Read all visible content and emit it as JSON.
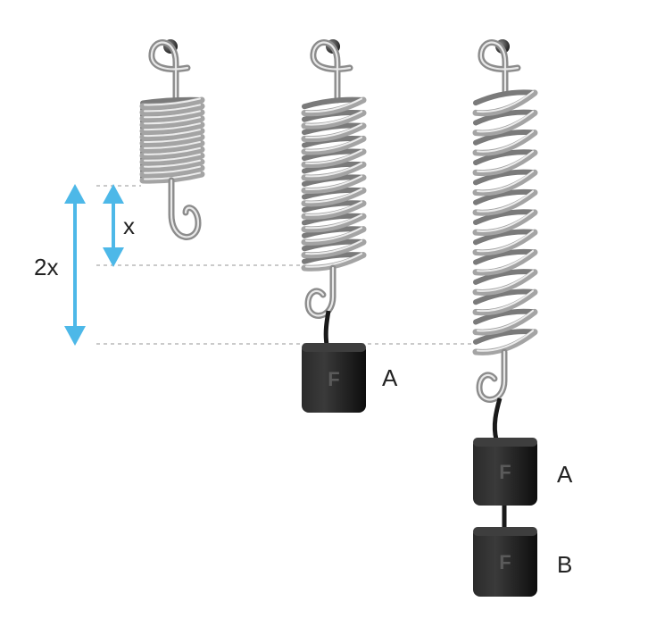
{
  "labels": {
    "extension_single": "x",
    "extension_double": "2x",
    "weight_label_a_middle": "A",
    "weight_label_a_right": "A",
    "weight_label_b_right": "B",
    "weight_mark": "F"
  },
  "colors": {
    "arrow": "#4db8e8",
    "dashed_line": "#b8b8b8",
    "spring_wire": "#9a9a9a",
    "spring_highlight": "#e6e6e6",
    "weight_body": "#1a1a1a",
    "weight_mark": "#5a5a5a",
    "peg": "#3a3a3a",
    "text": "#222222"
  },
  "icons": {
    "arrow_head": "double-arrow-icon",
    "peg": "hanging-peg-icon",
    "weight": "mass-block-icon"
  }
}
